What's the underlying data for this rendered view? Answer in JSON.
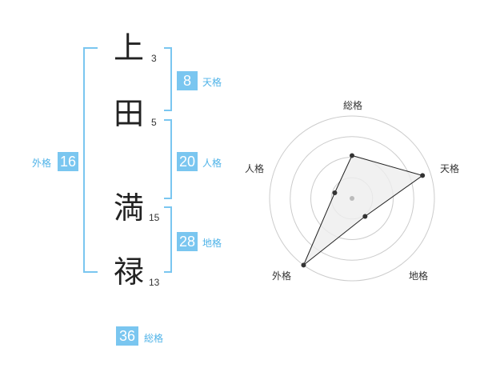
{
  "name": {
    "chars": [
      {
        "char": "上",
        "strokes": "3"
      },
      {
        "char": "田",
        "strokes": "5"
      },
      {
        "char": "満",
        "strokes": "15"
      },
      {
        "char": "禄",
        "strokes": "13"
      }
    ]
  },
  "kaku": {
    "ten": {
      "value": "8",
      "label": "天格"
    },
    "jin": {
      "value": "20",
      "label": "人格"
    },
    "chi": {
      "value": "28",
      "label": "地格"
    },
    "gai": {
      "value": "16",
      "label": "外格"
    },
    "so": {
      "value": "36",
      "label": "総格"
    }
  },
  "chart_data": {
    "type": "radar",
    "axes": [
      "総格",
      "天格",
      "地格",
      "外格",
      "人格"
    ],
    "values": [
      0.52,
      0.9,
      0.27,
      1.0,
      0.22
    ],
    "rings": 4,
    "colors": {
      "ring": "#cccccc",
      "fill": "#eeeeee",
      "line": "#222222",
      "point": "#333333",
      "center": "#bbbbbb"
    }
  },
  "colors": {
    "accent": "#7ac6f0",
    "label": "#4fb3e8"
  }
}
